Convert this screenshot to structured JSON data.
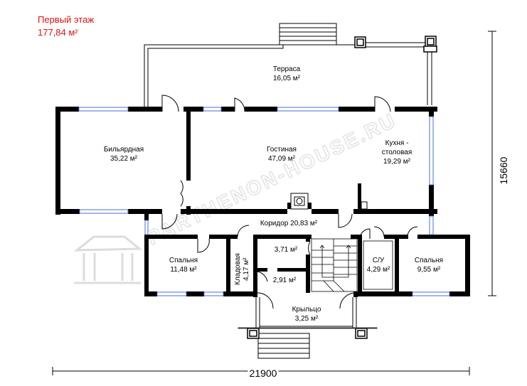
{
  "header": {
    "title": "Первый этаж",
    "area": "177,84 м²",
    "color": "#e01010"
  },
  "rooms": {
    "terrace": {
      "name": "Терраса",
      "area": "16,05 м²"
    },
    "billiard": {
      "name": "Бильярдная",
      "area": "35,22 м²"
    },
    "living": {
      "name": "Гостиная",
      "area": "47,09 м²"
    },
    "kitchen": {
      "name_1": "Кухня -",
      "name_2": "столовая",
      "area": "19,29 м²"
    },
    "corridor": {
      "label": "Коридор 20,83 м²"
    },
    "bedroom_left": {
      "name": "Спальня",
      "area": "11,48 м²"
    },
    "storage": {
      "name": "Кладовая",
      "area": "4,17 м²"
    },
    "small_1": {
      "area": "3,71 м²"
    },
    "small_2": {
      "area": "2,91 м²"
    },
    "bathroom": {
      "name": "С/У",
      "area": "4,29 м²"
    },
    "bedroom_right": {
      "name": "Спальня",
      "area": "9,55 м²"
    },
    "porch": {
      "name": "Крыльцо",
      "area": "3,25 м²"
    }
  },
  "dimensions": {
    "width": "21900",
    "height": "15660"
  },
  "watermark": {
    "text": "PARTHENON-HOUSE.RU"
  },
  "colors": {
    "wall": "#000000",
    "window": "#4a6fd8"
  }
}
